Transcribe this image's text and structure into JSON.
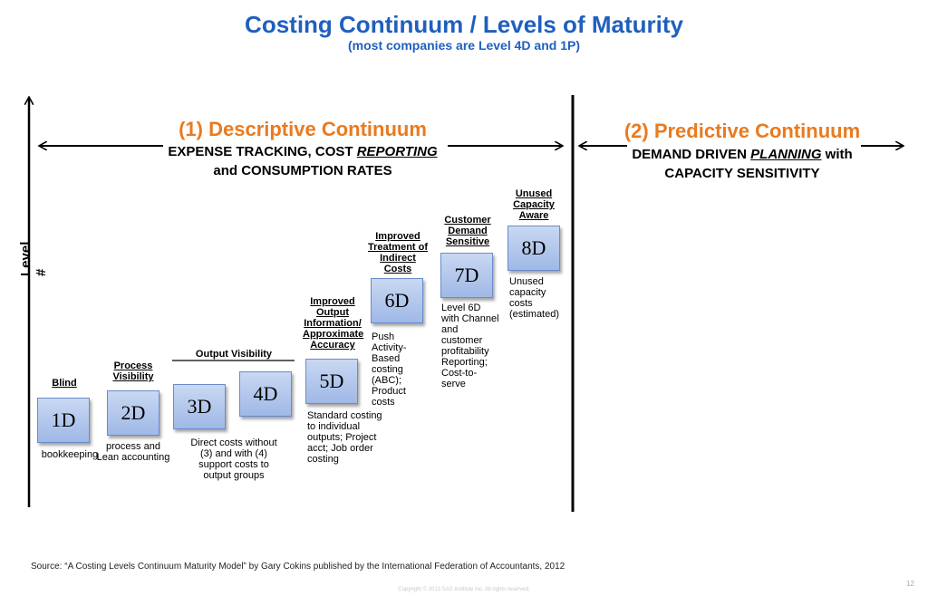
{
  "title": "Costing Continuum / Levels of Maturity",
  "subtitle": "(most companies are Level 4D and 1P)",
  "axis_label": "Level #",
  "descriptive": {
    "heading": "(1) Descriptive Continuum",
    "line1_pre": "EXPENSE TRACKING, COST ",
    "line1_em": "REPORTING",
    "line2": "and CONSUMPTION RATES"
  },
  "predictive": {
    "heading": "(2) Predictive Continuum",
    "line1_pre": "DEMAND DRIVEN ",
    "line1_em": "PLANNING",
    "line1_post": " with",
    "line2": "CAPACITY SENSITIVITY"
  },
  "levels": [
    {
      "box": "1D",
      "label": "Blind",
      "desc": "bookkeeping"
    },
    {
      "box": "2D",
      "label": "Process Visibility",
      "desc": "process and Lean accounting"
    },
    {
      "box": "3D"
    },
    {
      "box": "4D"
    },
    {
      "box": "5D",
      "label": "Improved Output Information/ Approximate Accuracy",
      "desc": "Standard costing to individual outputs; Project acct; Job order costing"
    },
    {
      "box": "6D",
      "label": "Improved Treatment of Indirect Costs",
      "desc": "Push Activity-Based costing (ABC); Product costs"
    },
    {
      "box": "7D",
      "label": "Customer Demand Sensitive",
      "desc": "Level 6D with Channel and customer profitability Reporting; Cost-to-serve"
    },
    {
      "box": "8D",
      "label": "Unused Capacity Aware",
      "desc": "Unused capacity costs (estimated)"
    }
  ],
  "output_visibility": {
    "label": "Output Visibility",
    "desc": "Direct costs without (3) and with (4) support costs to output groups"
  },
  "source": "Source: “A Costing Levels Continuum Maturity Model” by Gary Cokins published by the International Federation of Accountants, 2012",
  "copyright": "Copyright © 2013 SAS Institute Inc. All rights reserved.",
  "page_number": "12"
}
